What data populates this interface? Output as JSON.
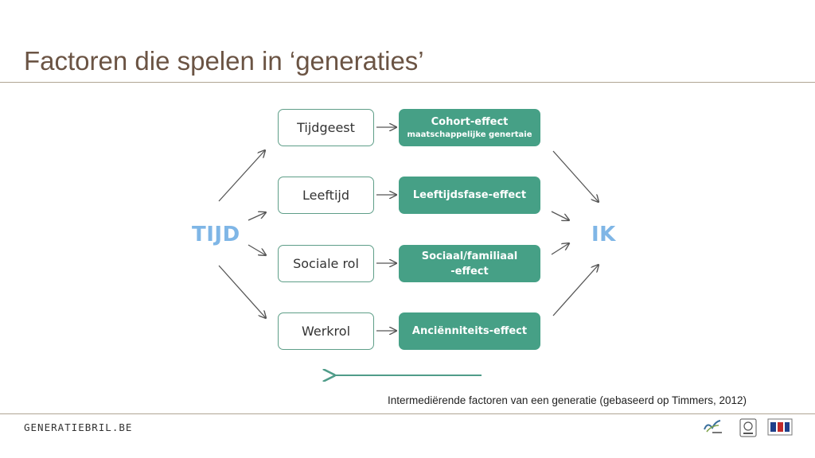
{
  "title": "Factoren die spelen in ‘generaties’",
  "diagram": {
    "left_label": "TIJD",
    "right_label": "IK",
    "rows": [
      {
        "factor": "Tijdgeest",
        "effect": "Cohort-effect",
        "effect_sub": "maatschappelijke genertaie"
      },
      {
        "factor": "Leeftijd",
        "effect": "Leeftijdsfase-effect",
        "effect_sub": ""
      },
      {
        "factor": "Sociale rol",
        "effect": "Sociaal/familiaal",
        "effect_sub": "-effect"
      },
      {
        "factor": "Werkrol",
        "effect": "Anciënniteits-effect",
        "effect_sub": ""
      }
    ],
    "caption": "Intermediërende factoren van een generatie (gebaseerd op Timmers, 2012)"
  },
  "footer": {
    "brand": "GENERATIEBRIL.BE",
    "logos": [
      "wise-logo",
      "hogent-logo",
      "esf-logo"
    ]
  },
  "colors": {
    "accent": "#46a086",
    "side_label": "#7fb6e6",
    "title": "#6b5444"
  }
}
